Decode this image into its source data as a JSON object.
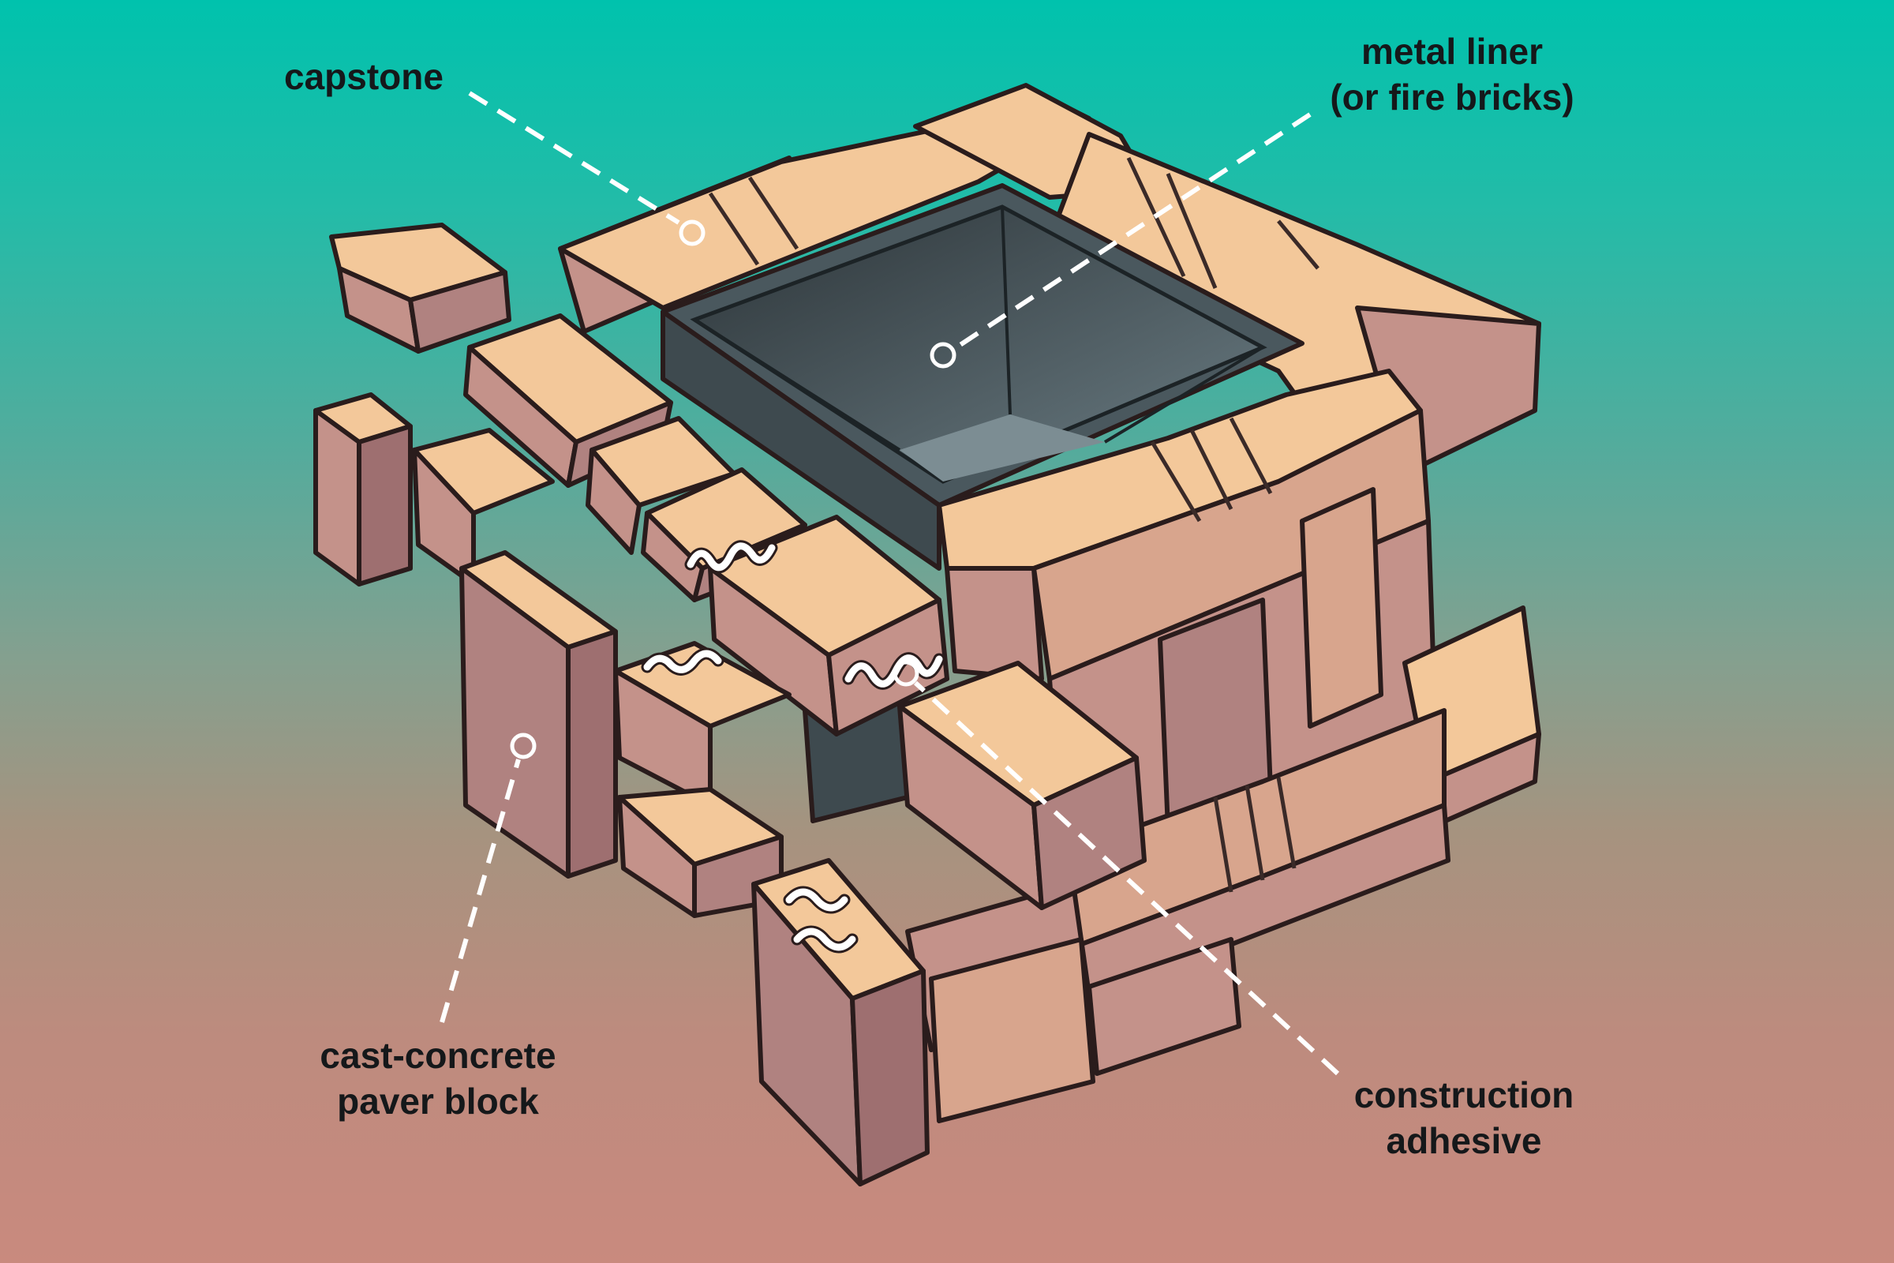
{
  "labels": {
    "capstone": "capstone",
    "liner_line1": "metal liner",
    "liner_line2": "(or fire bricks)",
    "paver_line1": "cast-concrete",
    "paver_line2": "paver block",
    "adhesive_line1": "construction",
    "adhesive_line2": "adhesive"
  },
  "colors": {
    "background_top": "#00c2ad",
    "background_bottom": "#c98a7e",
    "brick_top": "#f3c89a",
    "brick_side": "#c4928a",
    "brick_dark": "#9e6f70",
    "liner": "#4a585e",
    "leader": "#ffffff",
    "text": "#15181a"
  }
}
